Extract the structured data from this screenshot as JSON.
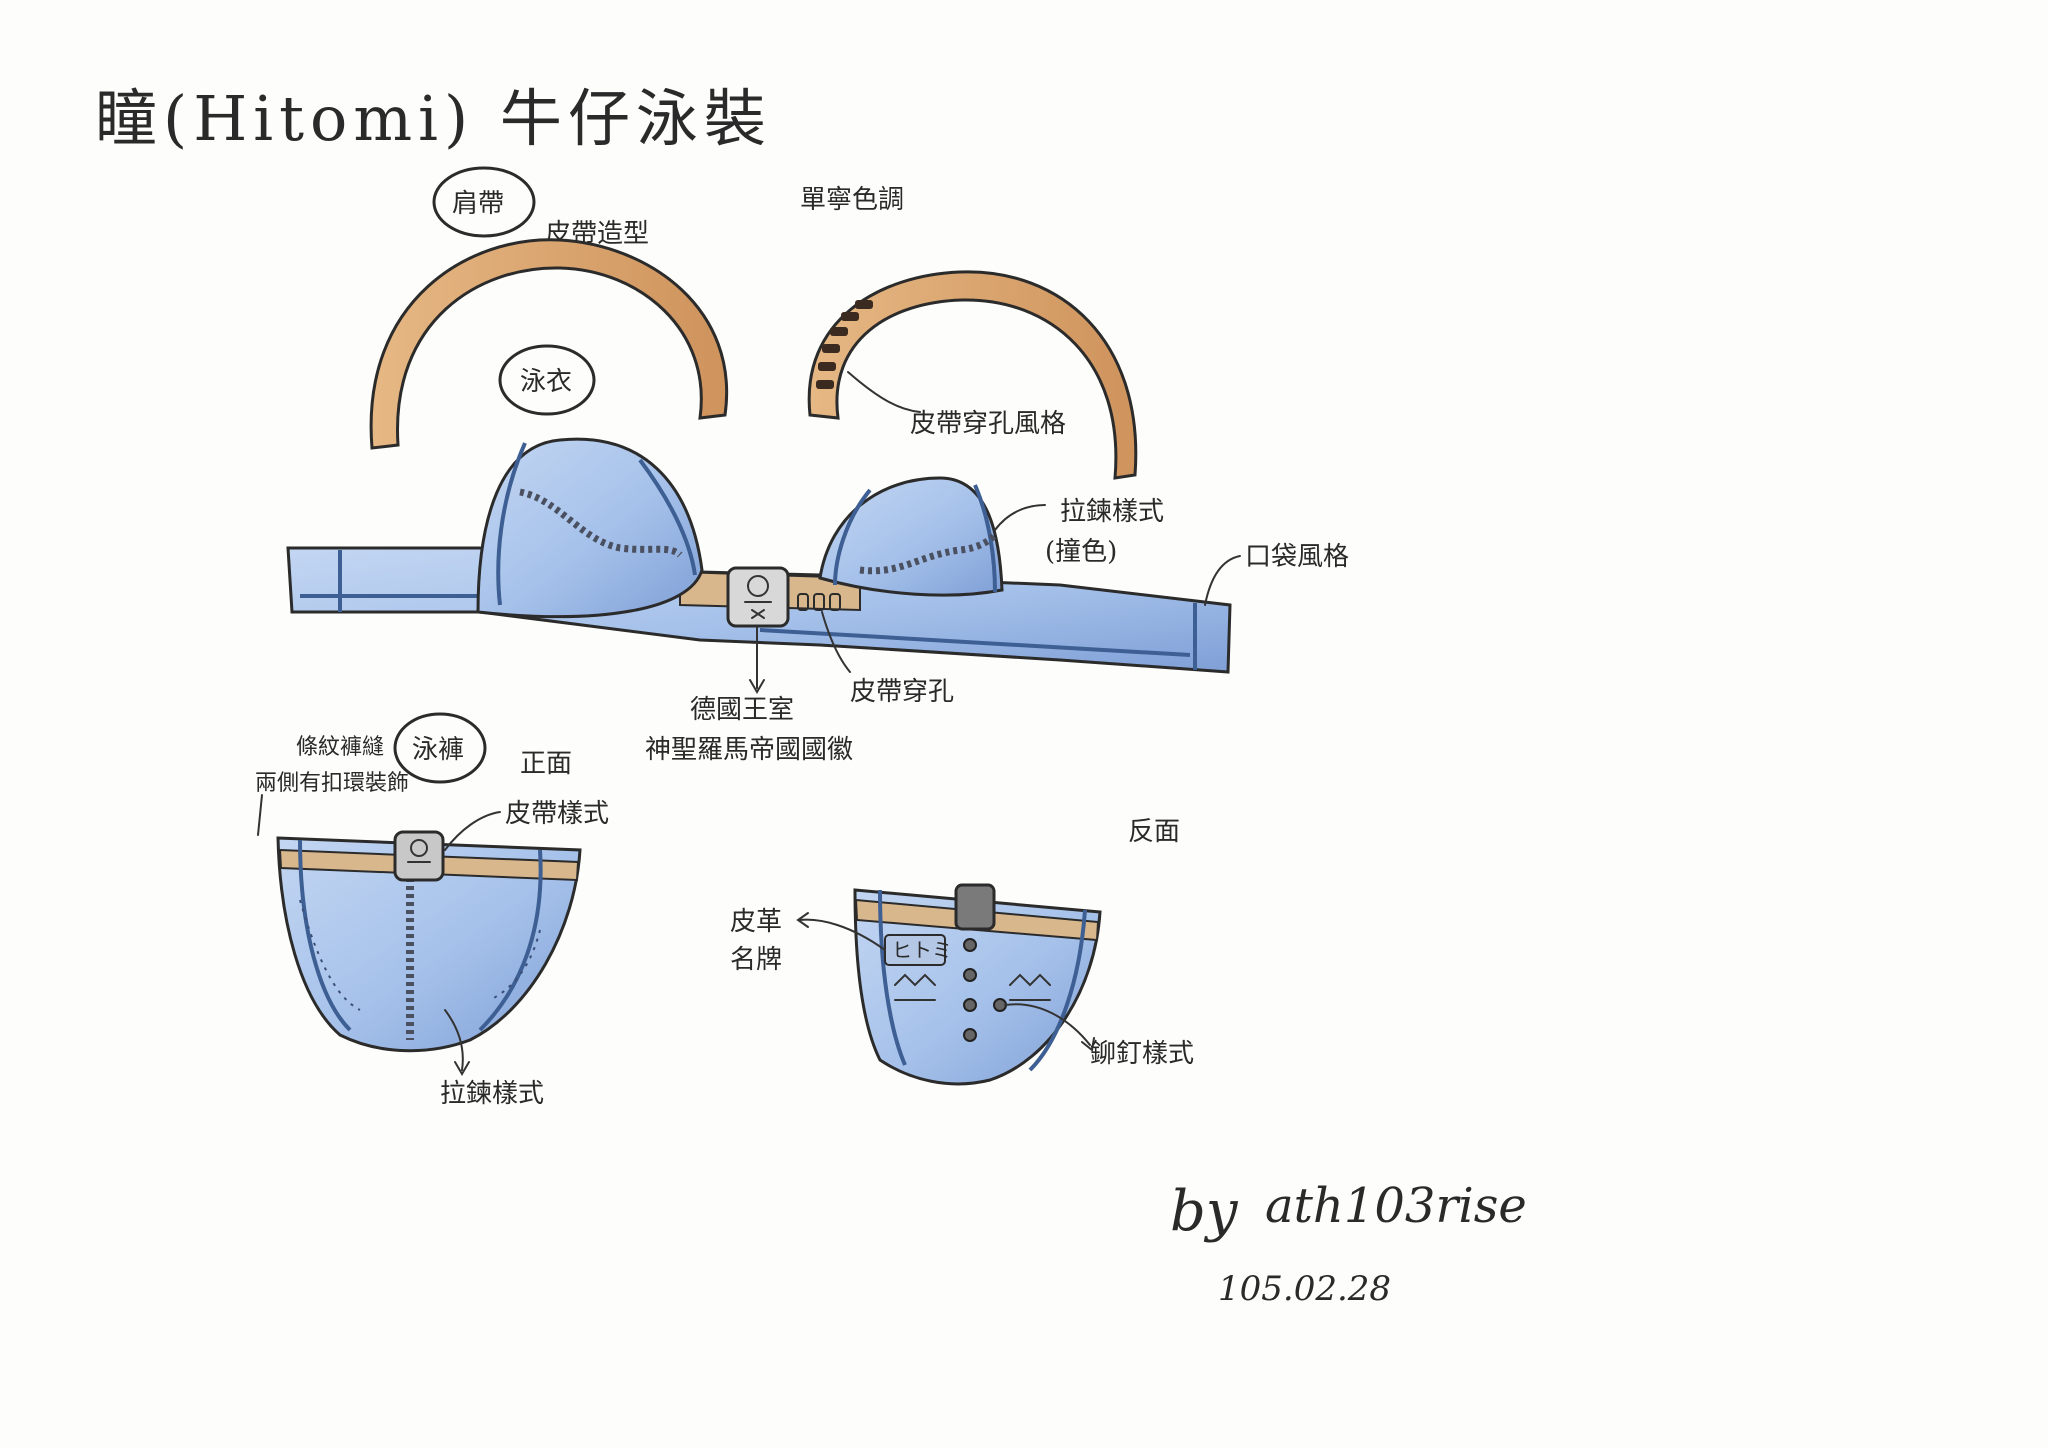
{
  "title": "瞳(Hitomi) 牛仔泳裝",
  "top_section": {
    "strap_circle_label": "肩帶",
    "strap_style_label": "皮帶造型",
    "single_color_label": "單寧色調",
    "top_circle_label": "泳衣",
    "strap_holes_label": "皮帶穿孔風格",
    "zipper_label": "拉鍊樣式",
    "zipper_sub_label": "(撞色)",
    "pocket_label": "口袋風格",
    "belt_holes_label": "皮帶穿孔",
    "emblem_label_line1": "德國王室",
    "emblem_label_line2": "神聖羅馬帝國國徽"
  },
  "bottom_section": {
    "circle_label": "泳褲",
    "note_line1": "條紋褲縫",
    "note_line2": "兩側有扣環裝飾",
    "front_label": "正面",
    "belt_style_label": "皮帶樣式",
    "zipper_label": "拉鍊樣式",
    "back_label": "反面",
    "leather_tag_label_line1": "皮革",
    "leather_tag_label_line2": "名牌",
    "tag_text": "ヒトミ",
    "rivet_label": "鉚釘樣式"
  },
  "signature": {
    "by": "by",
    "author": "ath103rise",
    "date": "105.02.28"
  },
  "colors": {
    "denim_light": "#a9c4ea",
    "denim_mid": "#8fb0e0",
    "denim_seam": "#3e5f93",
    "leather": "#d9a26e",
    "ink": "#2b2b2b"
  }
}
